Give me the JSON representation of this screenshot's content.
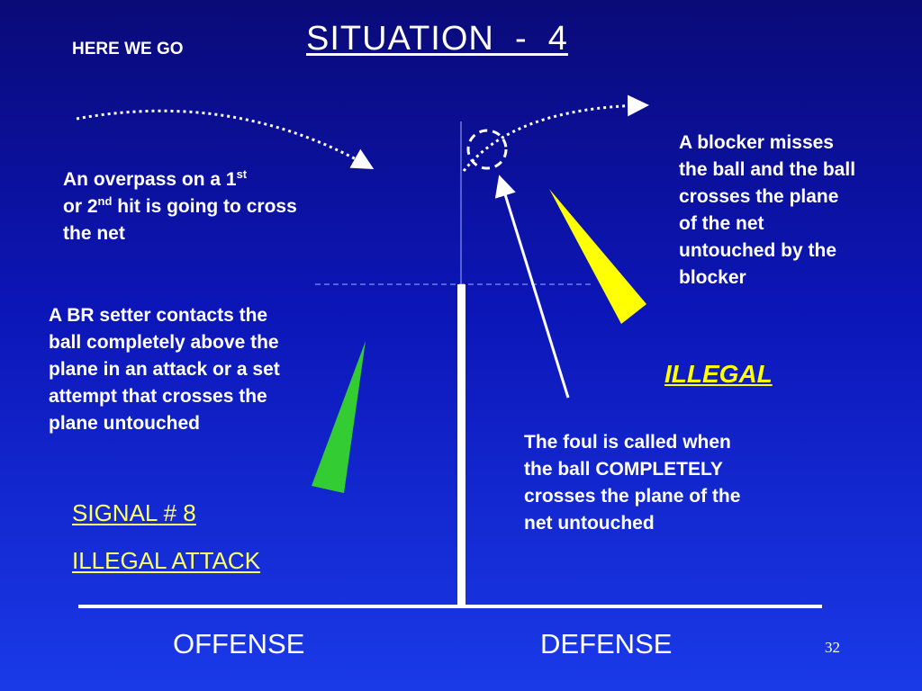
{
  "header": {
    "kicker": "HERE WE GO",
    "title": "SITUATION  -  4"
  },
  "text": {
    "overpass_prefix": "An overpass on a 1",
    "overpass_sup1": "st",
    "overpass_mid": "or 2",
    "overpass_sup2": "nd",
    "overpass_suffix": " hit is going to cross the net",
    "setter": "A BR setter contacts the ball completely above the plane in an attack or a set attempt that crosses the plane untouched",
    "blocker": "A blocker misses the ball and the ball crosses the plane of the net untouched by the blocker",
    "verdict": "ILLEGAL",
    "foul": "The foul is called when the ball COMPLETELY crosses the plane of the net untouched",
    "signal": "SIGNAL # 8",
    "signal_name": "ILLEGAL ATTACK"
  },
  "court": {
    "left_side": "OFFENSE",
    "right_side": "DEFENSE"
  },
  "footer": {
    "page_number": "32"
  },
  "colors": {
    "background_top": "#0a0a78",
    "background_bottom": "#1a3ae8",
    "green_wedge": "#33cc33",
    "yellow_wedge": "#ffff00",
    "verdict": "#ffff00",
    "signal_text": "#ffff66"
  }
}
